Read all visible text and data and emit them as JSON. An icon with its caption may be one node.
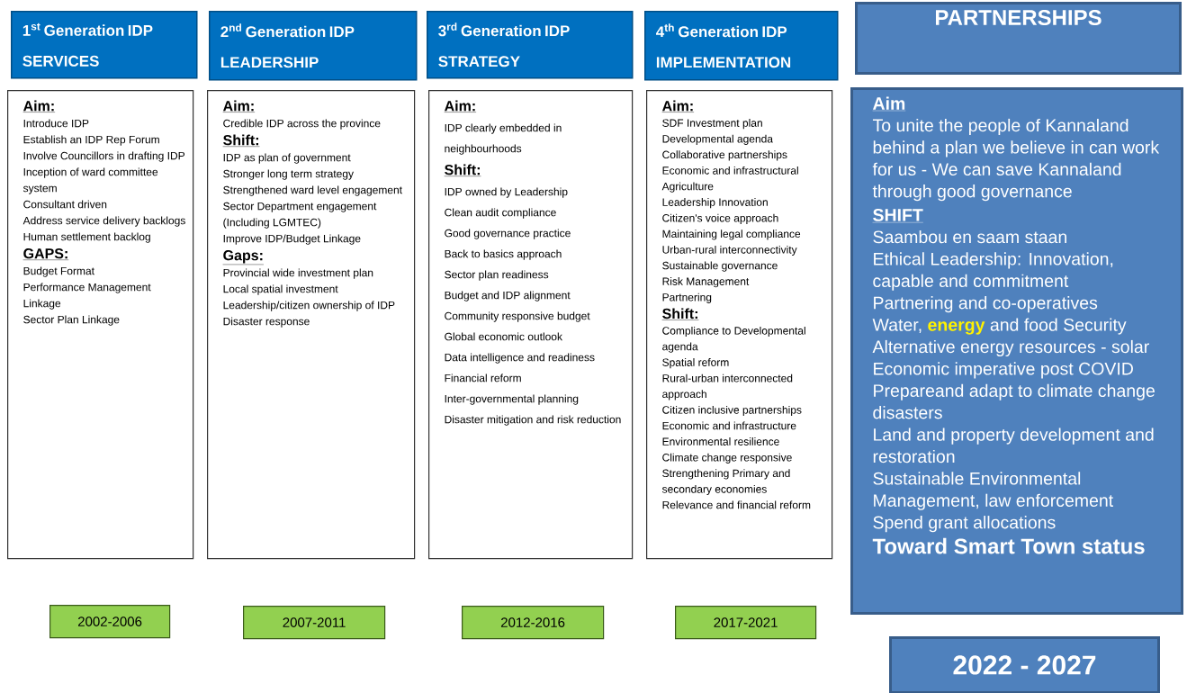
{
  "diagram": {
    "nodes": [
      {
        "text": [
          "1$^{st}$ Generation IDP",
          "SERVICES"
        ]
      },
      {
        "text": [
          "2$^{nd}$ Generation IDP",
          "LEADERSHIP"
        ]
      },
      {
        "text": [
          "3$^{rd}$ Generation IDP",
          "STRATEGY"
        ]
      },
      {
        "text": [
          "4$^{th}$ Generation IDP",
          "IMPLEMENTATION"
        ]
      },
      {
        "text": [
          "PARTNERSHIPS"
        ]
      },
      {
        "text": [
          "Aim:",
          "Introduce IDP",
          "Establish an IDP Rep Forum",
          "Involve Councillors in drafting IDP",
          "Inception of ward committee system",
          "Consultant driven",
          "Address service delivery backlogs",
          "Human settlement backlog",
          "GAPS:",
          "Budget Format",
          "Performance Management Linkage",
          "Sector Plan Linkage"
        ]
      },
      {
        "text": [
          "Aim:",
          "Credible IDP across the province",
          "Shift:",
          "IDP as plan of government",
          "Stronger long term strategy",
          "Strengthened ward level engagement",
          "Sector Department engagement (Including LGMTEC)",
          "Improve IDP/Budget Linkage",
          "Gaps:",
          "Provincial wide investment plan",
          "Local spatial investment",
          "Leadership/citizen ownership of IDP",
          "Disaster response"
        ]
      },
      {
        "text": [
          "Aim:",
          "IDP clearly embedded in neighbourhoods",
          "Shift:",
          "IDP owned by Leadership",
          "Clean audit compliance",
          "Good governance practice",
          "Back to basics approach",
          "Sector plan readiness",
          "Budget and IDP alignment",
          "Community responsive budget",
          "Global economic outlook",
          "Data intelligence and readiness",
          "Financial reform",
          "Inter-governmental planning",
          "Disaster mitigation and risk reduction"
        ]
      },
      {
        "text": [
          "Aim:",
          "SDF Investment plan",
          "Developmental agenda",
          "Collaborative partnerships",
          "Economic and infrastructural",
          "Agriculture",
          "Leadership Innovation",
          "Citizen's voice approach",
          "Maintaining legal compliance",
          "Urban-rural interconnectivity",
          "Sustainable governance",
          "Risk Management",
          "Partnering",
          "Shift:",
          "Compliance to Developmental agenda",
          "Spatial reform",
          "Rural-urban interconnected approach",
          "Citizen inclusive partnerships",
          "Economic and infrastructure",
          "Environmental resilience",
          "Climate change responsive",
          "Strengthening Primary and secondary economies",
          "Relevance and financial reform"
        ]
      },
      {
        "text": [
          "Aim",
          "To unite the people of Kannaland behind a plan we believe in can work for us - We can save Kannaland through good governance",
          "SHIFT",
          "Saambou en saam staan",
          "Ethical Leadership: Innovation, capable and commitment",
          "Partnering and co-operatives",
          "Water, **energy** and food Security",
          "Alternative energy resources - solar",
          "Economic imperative post COVID",
          "Prepareand adapt to climate change disasters",
          "Land and property development and restoration",
          "Sustainable Environmental Management, law enforcement",
          "Spend grant allocations",
          "Toward Smart Town status"
        ]
      },
      {
        "text": [
          "2002-2006"
        ]
      },
      {
        "text": [
          "2007-2011"
        ]
      },
      {
        "text": [
          "2012-2016"
        ]
      },
      {
        "text": [
          "2017-2021"
        ]
      },
      {
        "text": [
          "2022 - 2027"
        ]
      }
    ]
  }
}
